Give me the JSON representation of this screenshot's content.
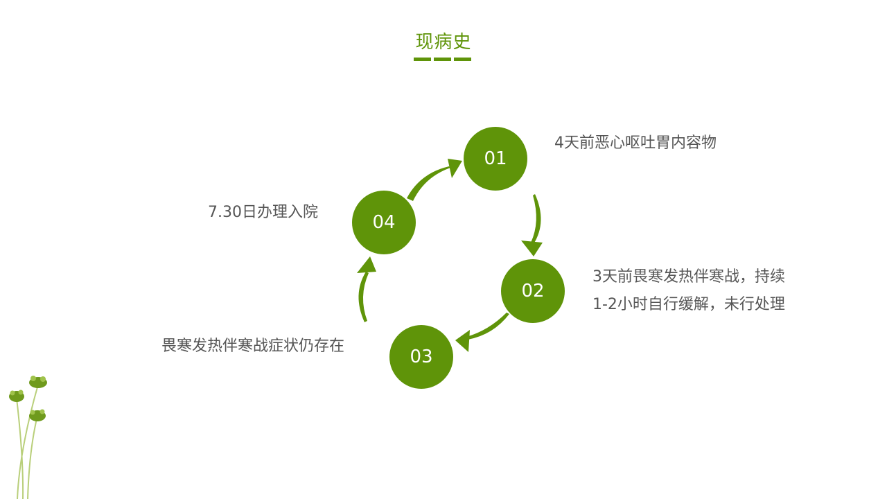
{
  "slide": {
    "title": "现病史"
  },
  "steps": [
    {
      "number": "01",
      "text_lines": [
        "4天前恶心呕吐胃内容物"
      ]
    },
    {
      "number": "02",
      "text_lines": [
        "3天前畏寒发热伴寒战，持续",
        "1-2小时自行缓解，未行处理"
      ]
    },
    {
      "number": "03",
      "text_lines": [
        "畏寒发热伴寒战症状仍存在"
      ]
    },
    {
      "number": "04",
      "text_lines": [
        "7.30日办理入院"
      ]
    }
  ],
  "colors": {
    "accent": "#5f9409",
    "text": "#555555",
    "node_text": "#ffffff"
  },
  "icons": {
    "arrows": "curved-arrow-icon",
    "decoration": "plant-decoration-icon"
  }
}
